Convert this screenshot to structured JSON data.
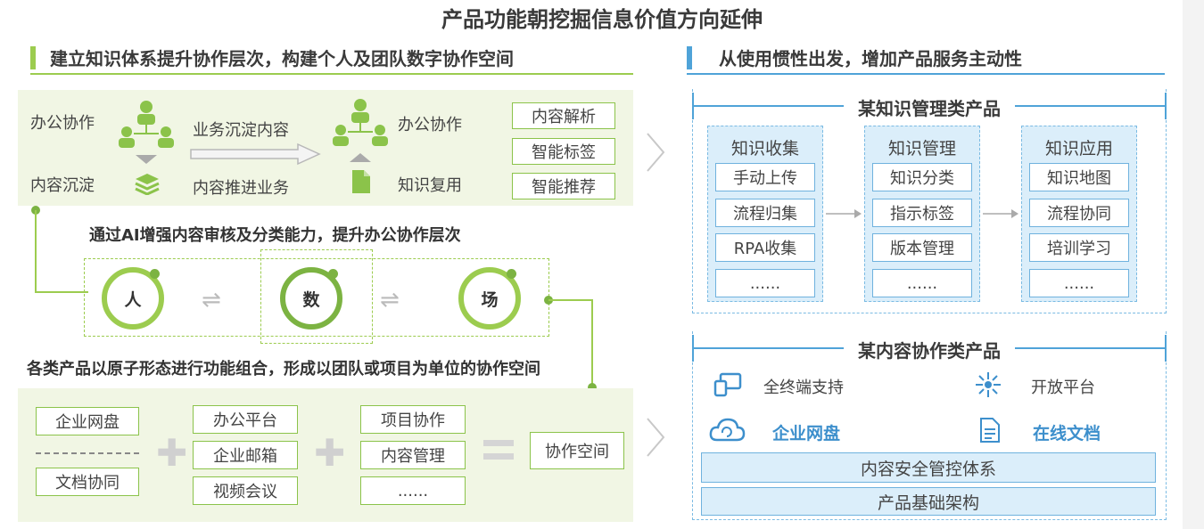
{
  "title": "产品功能朝挖掘信息价值方向延伸",
  "left": {
    "heading": "建立知识体系提升协作层次，构建个人及团队数字协作空间",
    "row1": {
      "office_collab_left": "办公协作",
      "content_deposit": "内容沉淀",
      "biz_to_content": "业务沉淀内容",
      "content_to_biz": "内容推进业务",
      "office_collab_right": "办公协作",
      "knowledge_reuse": "知识复用",
      "tags": [
        "内容解析",
        "智能标签",
        "智能推荐"
      ]
    },
    "ai_heading": "通过AI增强内容审核及分类能力，提升办公协作层次",
    "circles": [
      "人",
      "数",
      "场"
    ],
    "atom_heading": "各类产品以原子形态进行功能组合，形成以团队或项目为单位的协作空间",
    "combo": {
      "col1": [
        "企业网盘",
        "文档协同"
      ],
      "col2": [
        "办公平台",
        "企业邮箱",
        "视频会议"
      ],
      "col3": [
        "项目协作",
        "内容管理",
        "......"
      ],
      "result": "协作空间"
    }
  },
  "right": {
    "heading": "从使用惯性出发，增加产品服务主动性",
    "product1": {
      "title": "某知识管理类产品",
      "columns": [
        {
          "head": "知识收集",
          "items": [
            "手动上传",
            "流程归集",
            "RPA收集",
            "......"
          ]
        },
        {
          "head": "知识管理",
          "items": [
            "知识分类",
            "指示标签",
            "版本管理",
            "......"
          ]
        },
        {
          "head": "知识应用",
          "items": [
            "知识地图",
            "流程协同",
            "培训学习",
            "......"
          ]
        }
      ]
    },
    "product2": {
      "title": "某内容协作类产品",
      "features": [
        "全终端支持",
        "开放平台",
        "企业网盘",
        "在线文档"
      ],
      "bars": [
        "内容安全管控体系",
        "产品基础架构"
      ]
    }
  },
  "colors": {
    "green": "#9ccc4f",
    "blue": "#4fa3d8",
    "light_green": "#f1f6e4",
    "light_blue": "#dbeefa"
  }
}
